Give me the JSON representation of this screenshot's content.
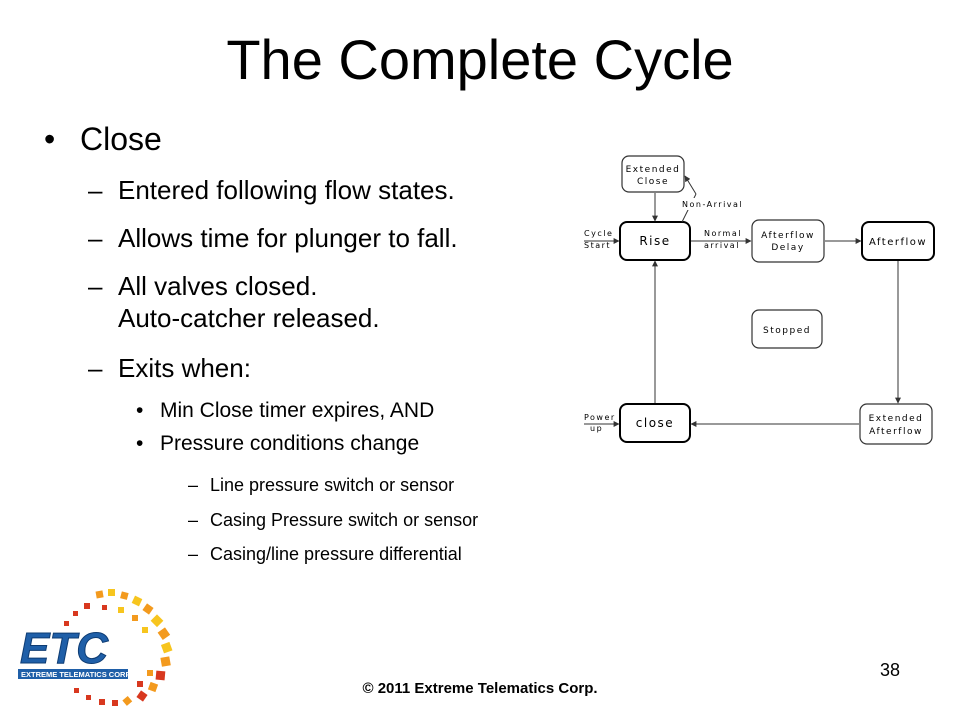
{
  "slide": {
    "title": "The Complete Cycle",
    "footer": "© 2011 Extreme Telematics Corp.",
    "page_number": "38"
  },
  "bullets": {
    "main": "Close",
    "sub": [
      "Entered following flow states.",
      "Allows time for plunger to fall.",
      "All valves closed.",
      "Auto-catcher released.",
      "Exits when:"
    ],
    "exit_conditions": [
      "Min Close timer expires, AND",
      "Pressure conditions change"
    ],
    "pressure_items": [
      "Line pressure switch or sensor",
      "Casing Pressure switch or sensor",
      "Casing/line pressure differential"
    ],
    "dash": "–",
    "dot": "•"
  },
  "diagram": {
    "nodes": {
      "extended_close": [
        "Extended",
        "Close"
      ],
      "rise": "Rise",
      "afterflow_delay": [
        "Afterflow",
        "Delay"
      ],
      "afterflow": "Afterflow",
      "stopped": "Stopped",
      "close": "close",
      "extended_afterflow": [
        "Extended",
        "Afterflow"
      ]
    },
    "labels": {
      "cycle_start": [
        "Cycle",
        "Start"
      ],
      "non_arrival": "Non-Arrival",
      "normal_arrival": [
        "Normal",
        "arrival"
      ],
      "power_up": [
        "Power",
        "up"
      ]
    }
  },
  "logo": {
    "text": "ETC",
    "tagline": "EXTREME TELEMATICS CORP."
  },
  "colors": {
    "logo_blue": "#1f5fa8",
    "logo_orange": "#f39a1e",
    "logo_red": "#d8381f",
    "logo_yellow": "#f7c51e"
  }
}
